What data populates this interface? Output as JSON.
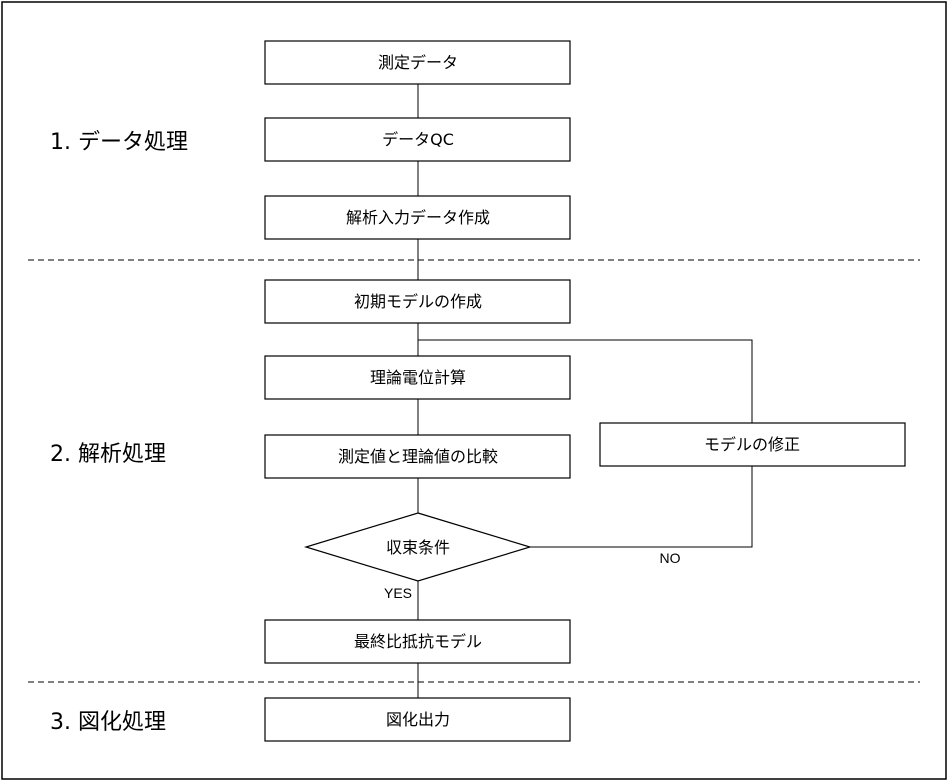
{
  "phases": [
    {
      "label": "1. データ処理"
    },
    {
      "label": "2. 解析処理"
    },
    {
      "label": "3. 図化処理"
    }
  ],
  "boxes": {
    "measure_data": "測定データ",
    "data_qc": "データQC",
    "input_data": "解析入力データ作成",
    "initial_model": "初期モデルの作成",
    "theory_calc": "理論電位計算",
    "compare": "測定値と理論値の比較",
    "model_fix": "モデルの修正",
    "final_model": "最終比抵抗モデル",
    "output": "図化出力"
  },
  "decision": {
    "label": "収束条件",
    "yes": "YES",
    "no": "NO"
  }
}
